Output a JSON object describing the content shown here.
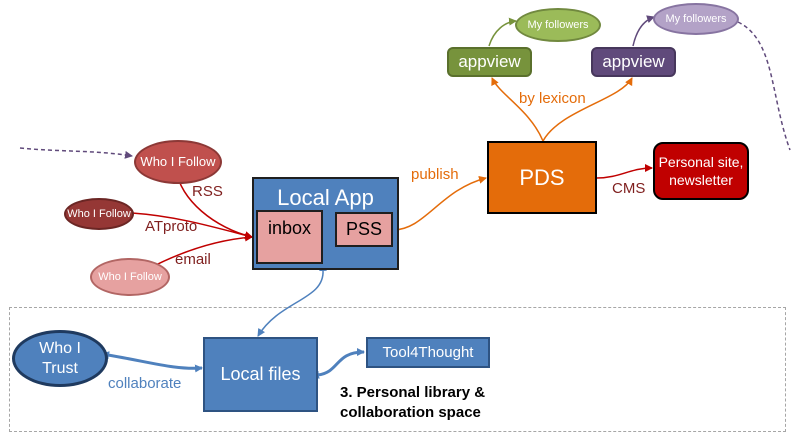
{
  "who_i_follow_rss": "Who I Follow",
  "who_i_follow_atproto": "Who I Follow",
  "who_i_follow_email": "Who I Follow",
  "labels": {
    "rss": "RSS",
    "atproto": "ATproto",
    "email": "email",
    "publish": "publish",
    "by_lexicon": "by lexicon",
    "cms": "CMS",
    "collaborate": "collaborate"
  },
  "local_app": {
    "title": "Local App",
    "inbox": "inbox",
    "pss": "PSS"
  },
  "pds": "PDS",
  "personal_site": "Personal site, newsletter",
  "appview_left": {
    "label": "appview",
    "followers": "My followers"
  },
  "appview_right": {
    "label": "appview",
    "followers": "My followers"
  },
  "local_files": "Local files",
  "who_i_trust": "Who I Trust",
  "tool4thought": "Tool4Thought",
  "section_title": "3. Personal library & collaboration space",
  "colors": {
    "red_arrow": "#c00000",
    "orange_arrow": "#e46c0a",
    "green_arrow": "#77933c",
    "purple_arrow": "#604a7b",
    "blue_arrow": "#4f81bd",
    "dashed_arrow": "#604a7b"
  }
}
